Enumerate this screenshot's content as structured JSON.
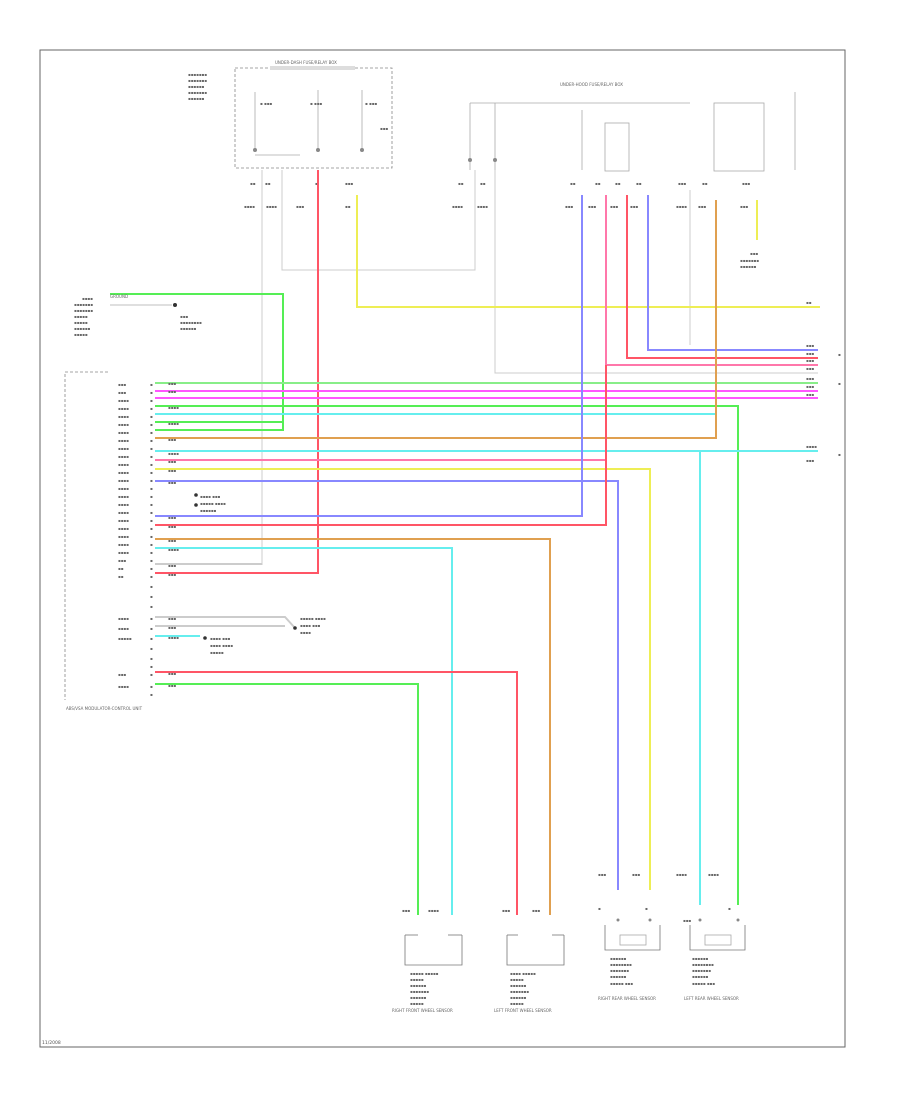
{
  "colors": {
    "background": "#ffffff",
    "frame": "#666666",
    "green": "#55ee55",
    "light_green": "#88ee88",
    "magenta": "#ff55ff",
    "cyan": "#66eeee",
    "orange": "#e0a050",
    "yellow": "#eeee55",
    "red": "#ff5566",
    "blue": "#8888ff",
    "pink": "#ff77aa",
    "gray_wire": "#cccccc"
  },
  "footer": {
    "code": "11/2008"
  },
  "labels": {
    "top_left_module": "UNDER-DASH FUSE/RELAY BOX",
    "top_right_module": "UNDER-HOOD FUSE/RELAY BOX",
    "left_module": "GROUND",
    "bottom_left_module": "ABS/VSA MODULATOR-CONTROL UNIT",
    "sensor_1": "RIGHT FRONT WHEEL SENSOR",
    "sensor_2": "LEFT FRONT WHEEL SENSOR",
    "sensor_3": "RIGHT REAR WHEEL SENSOR",
    "sensor_4": "LEFT REAR WHEEL SENSOR"
  }
}
